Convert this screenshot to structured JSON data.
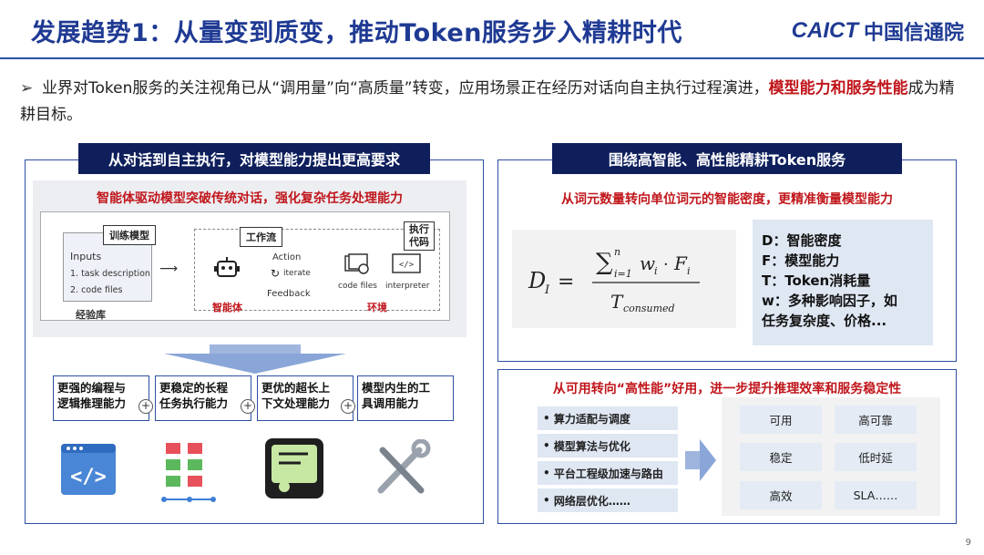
{
  "title": "发展趋势1：从量变到质变，推动Token服务步入精耕时代",
  "logo": {
    "en": "CAICT",
    "cn": "中国信通院"
  },
  "bullet": {
    "part1": "业界对Token服务的关注视角已从“调用量”向“高质量”转变，应用场景正在经历对话向自主执行过程演进，",
    "red": "模型能力和服务性能",
    "part2": "成为精耕目标。"
  },
  "left": {
    "header": "从对话到自主执行，对模型能力提出更高要求",
    "subtitle": "智能体驱动模型突破传统对话，强化复杂任务处理能力",
    "diagram": {
      "train": "训练模型",
      "workflow": "工作流",
      "exec": [
        "执行",
        "代码"
      ],
      "inputs": [
        "Inputs",
        "1. task description",
        "2. code files"
      ],
      "action": "Action",
      "iterate": "iterate",
      "feedback": "Feedback",
      "codefiles": "code files",
      "interpreter": "interpreter",
      "agent": "智能体",
      "env": "环境",
      "exp": "经验库"
    },
    "cards": [
      [
        "更强的编程与",
        "逻辑推理能力"
      ],
      [
        "更稳定的长程",
        "任务执行能力"
      ],
      [
        "更优的超长上",
        "下文处理能力"
      ],
      [
        "模型内生的工",
        "具调用能力"
      ]
    ]
  },
  "right": {
    "header": "围绕高智能、高性能精耕Token服务",
    "sub1": "从词元数量转向单位词元的智能密度，更精准衡量模型能力",
    "defs": [
      "D：智能密度",
      "F：模型能力",
      "T：Token消耗量",
      "w：多种影响因子，如",
      "任务复杂度、价格..."
    ],
    "sub2": "从可用转向“高性能”好用，进一步提升推理效率和服务稳定性",
    "pills": [
      "算力适配与调度",
      "模型算法与优化",
      "平台工程级加速与路由",
      "网络层优化……"
    ],
    "grid": [
      "可用",
      "高可靠",
      "稳定",
      "低时延",
      "高效",
      "SLA……"
    ]
  },
  "page": "9"
}
